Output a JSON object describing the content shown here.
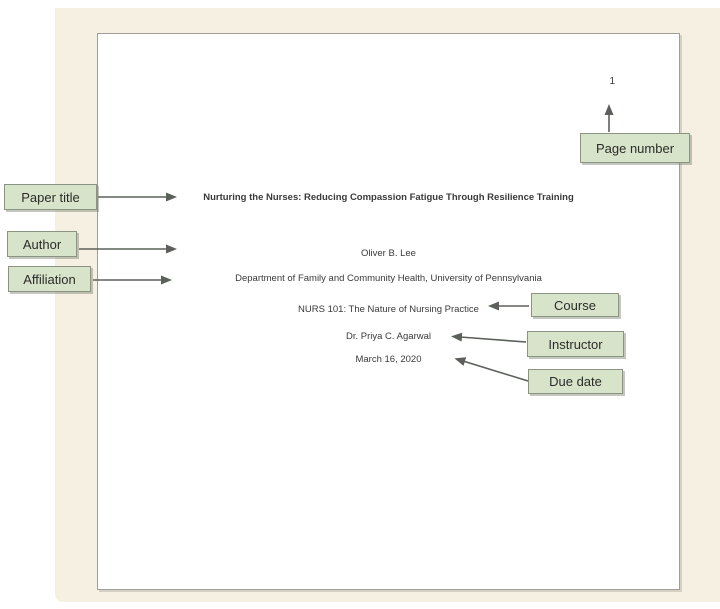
{
  "document": {
    "page_number": "1",
    "title": "Nurturing the Nurses: Reducing Compassion Fatigue Through Resilience Training",
    "author": "Oliver B. Lee",
    "affiliation": "Department of Family and Community Health, University of Pennsylvania",
    "course": "NURS 101: The Nature of Nursing Practice",
    "instructor": "Dr. Priya C. Agarwal",
    "due_date": "March 16, 2020"
  },
  "callouts": {
    "paper_title": "Paper title",
    "author": "Author",
    "affiliation": "Affiliation",
    "course": "Course",
    "instructor": "Instructor",
    "due_date": "Due date",
    "page_number": "Page number"
  },
  "colors": {
    "canvas_background": "#f6f0e2",
    "page_background": "#ffffff",
    "page_border": "#9e9e9a",
    "callout_fill": "#d8e4c9",
    "callout_border": "#8b9383",
    "callout_text": "#2b2b2b",
    "arrow": "#5b605a",
    "document_text": "#3a3a3a"
  }
}
